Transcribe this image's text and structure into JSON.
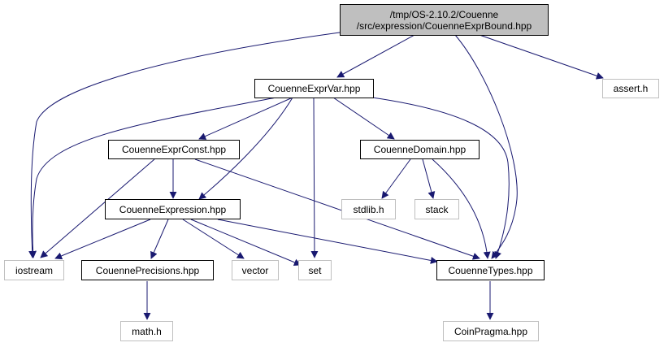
{
  "colors": {
    "edge": "#191970",
    "node_border": "#000000",
    "external_border": "#bfbfbf",
    "root_fill": "#bfbfbf"
  },
  "nodes": {
    "root": {
      "line1": "/tmp/OS-2.10.2/Couenne",
      "line2": "/src/expression/CouenneExprBound.hpp"
    },
    "exprvar": {
      "label": "CouenneExprVar.hpp"
    },
    "assert": {
      "label": "assert.h"
    },
    "exprconst": {
      "label": "CouenneExprConst.hpp"
    },
    "domain": {
      "label": "CouenneDomain.hpp"
    },
    "stdlib": {
      "label": "stdlib.h"
    },
    "stack": {
      "label": "stack"
    },
    "expression": {
      "label": "CouenneExpression.hpp"
    },
    "iostream": {
      "label": "iostream"
    },
    "precisions": {
      "label": "CouennePrecisions.hpp"
    },
    "vector": {
      "label": "vector"
    },
    "set": {
      "label": "set"
    },
    "types": {
      "label": "CouenneTypes.hpp"
    },
    "math": {
      "label": "math.h"
    },
    "coinpragma": {
      "label": "CoinPragma.hpp"
    }
  }
}
